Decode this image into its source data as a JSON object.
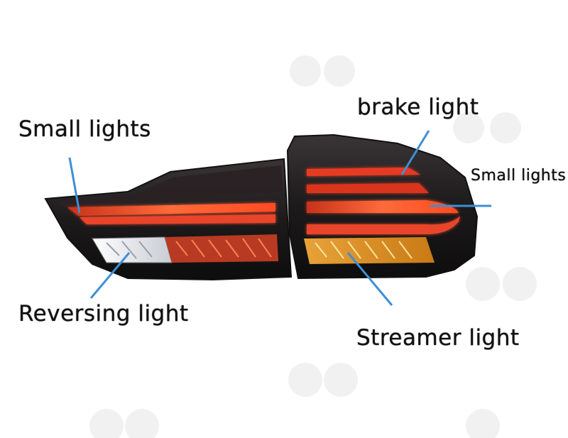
{
  "labels": {
    "small_lights_left": "Small lights",
    "brake_light": "brake light",
    "small_lights_right": "Small lights",
    "reversing_light": "Reversing light",
    "streamer_light": "Streamer light"
  },
  "colors": {
    "pointer": "#3d8fd6",
    "housing": "#1b1b1d",
    "red_glow": "#ff3b1f",
    "amber": "#f0a020",
    "reverse_white": "#f2f4f8",
    "watermark": "#eeeeee"
  }
}
